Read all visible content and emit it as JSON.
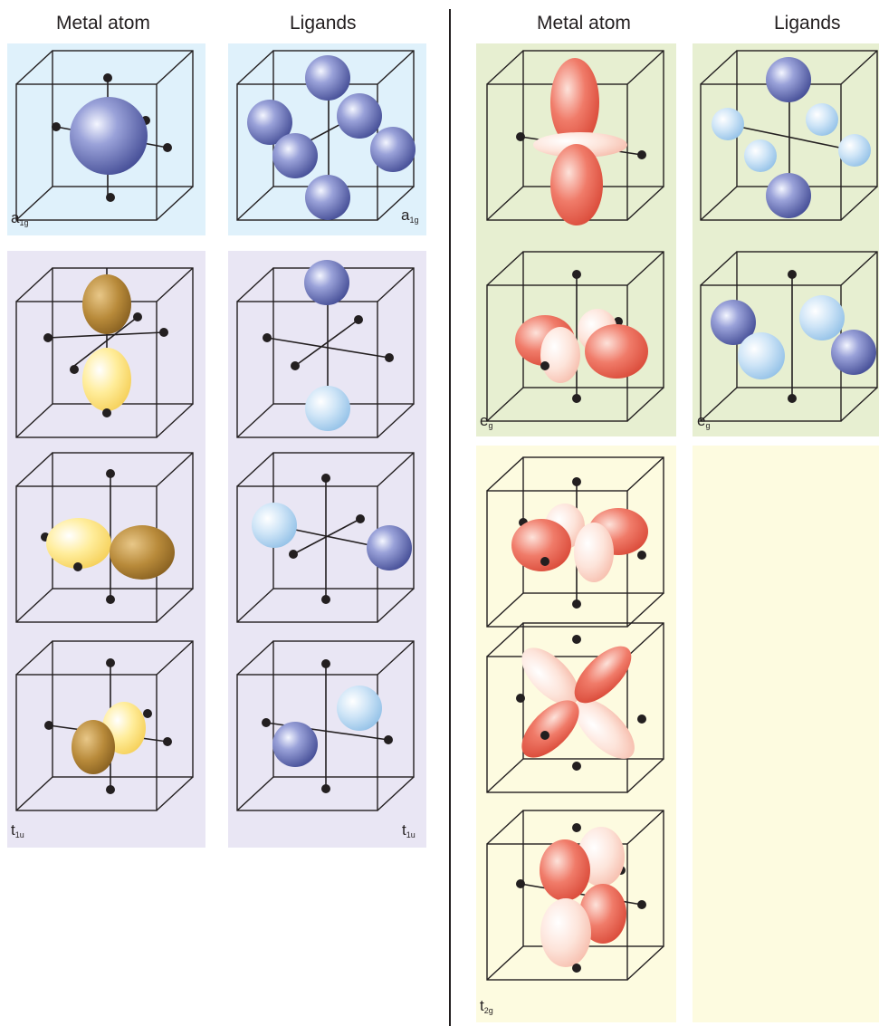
{
  "headers": {
    "left_metal": "Metal atom",
    "left_ligands": "Ligands",
    "right_metal": "Metal atom",
    "right_ligands": "Ligands"
  },
  "labels": {
    "a1g_metal": {
      "main": "a",
      "sub": "1g"
    },
    "a1g_ligands": {
      "main": "a",
      "sub": "1g"
    },
    "t1u_metal": {
      "main": "t",
      "sub": "1u"
    },
    "t1u_ligands": {
      "main": "t",
      "sub": "1u"
    },
    "eg_metal": {
      "main": "e",
      "sub": "g"
    },
    "eg_ligands": {
      "main": "e",
      "sub": "g"
    },
    "t2g_metal": {
      "main": "t",
      "sub": "2g"
    }
  },
  "colors": {
    "a1g_panel": "#dff1fb",
    "t1u_panel": "#e9e6f4",
    "eg_panel": "#e7efd1",
    "t2g_panel": "#fdfbe0",
    "blue_dark": "#5965ad",
    "blue_light": "#b9d9f1",
    "gold_dark": "#a57a2a",
    "gold_light": "#ffe27a",
    "red": "#ec5b4c",
    "pink": "#fbd3c5",
    "line": "#231f20"
  }
}
